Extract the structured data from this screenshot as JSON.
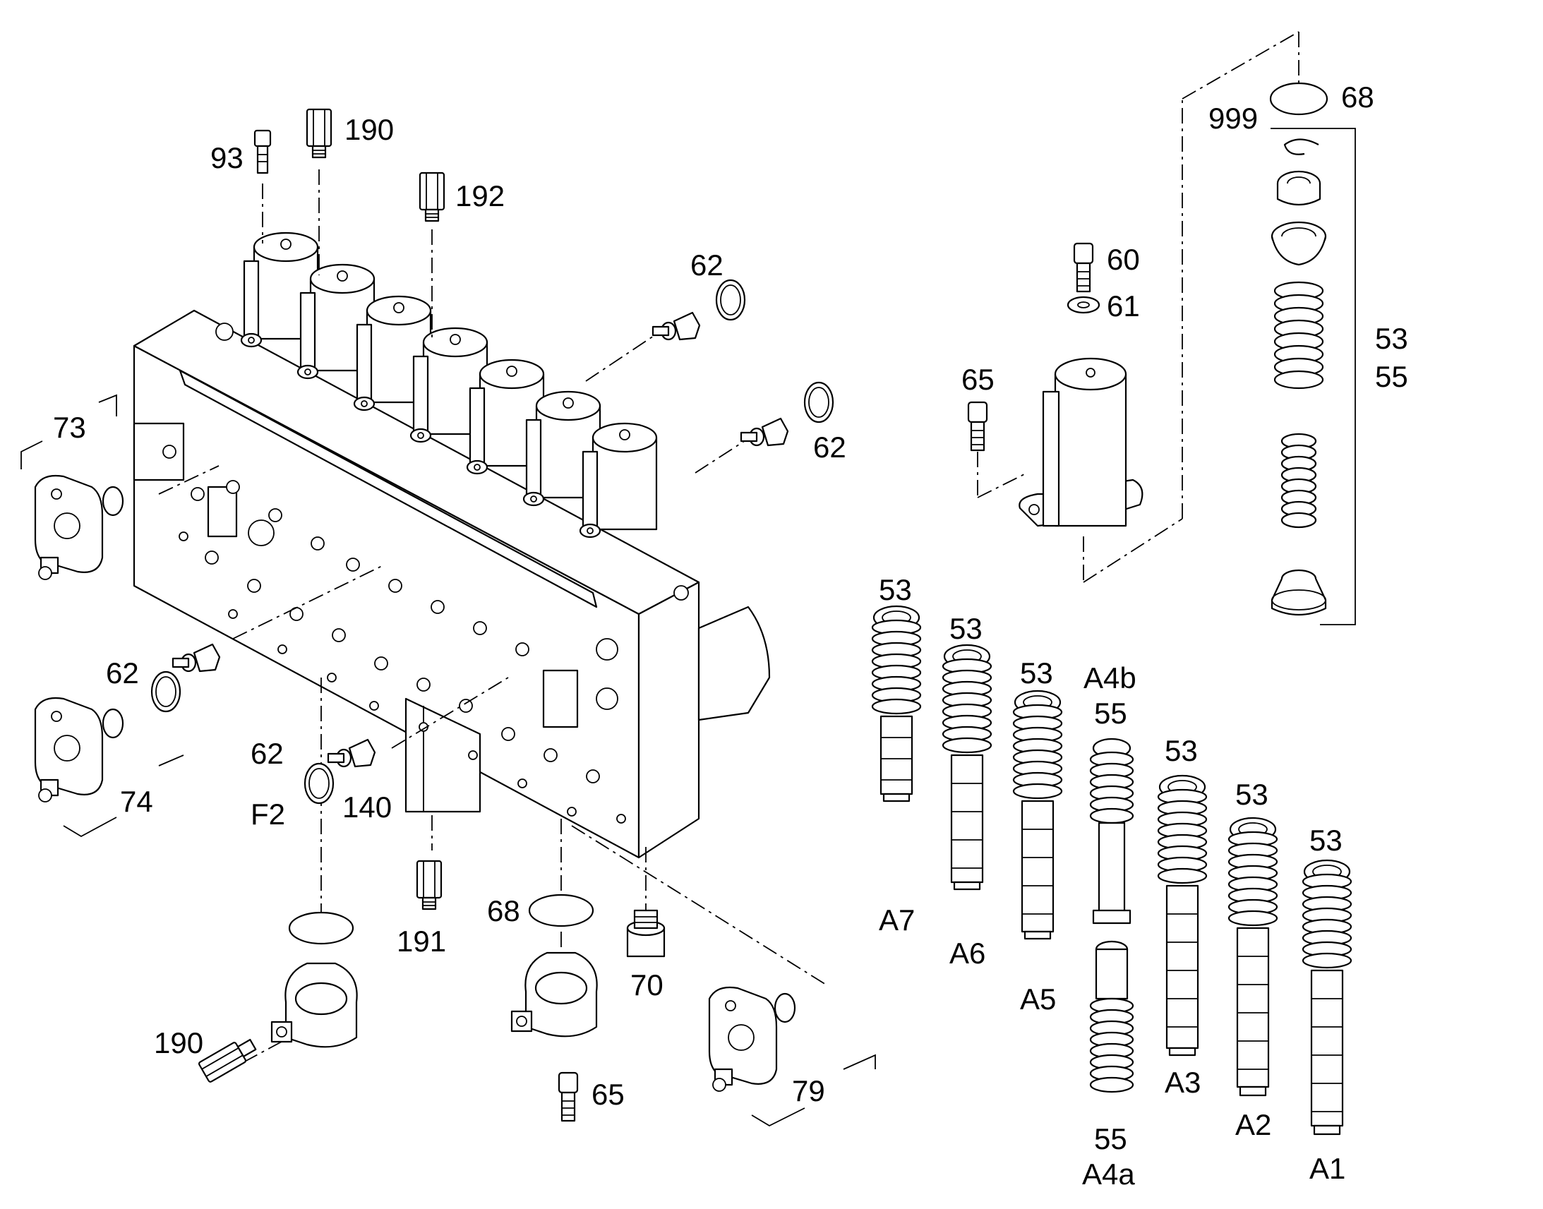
{
  "labels": [
    {
      "id": "93",
      "text": "93"
    },
    {
      "id": "190_top",
      "text": "190"
    },
    {
      "id": "192",
      "text": "192"
    },
    {
      "id": "62_a",
      "text": "62"
    },
    {
      "id": "62_b",
      "text": "62"
    },
    {
      "id": "62_c",
      "text": "62"
    },
    {
      "id": "62_d",
      "text": "62"
    },
    {
      "id": "73",
      "text": "73"
    },
    {
      "id": "74",
      "text": "74"
    },
    {
      "id": "F2",
      "text": "F2"
    },
    {
      "id": "140",
      "text": "140"
    },
    {
      "id": "191",
      "text": "191"
    },
    {
      "id": "190_bottom",
      "text": "190"
    },
    {
      "id": "68_mid",
      "text": "68"
    },
    {
      "id": "70",
      "text": "70"
    },
    {
      "id": "65_bottom",
      "text": "65"
    },
    {
      "id": "79",
      "text": "79"
    },
    {
      "id": "999",
      "text": "999"
    },
    {
      "id": "68_top",
      "text": "68"
    },
    {
      "id": "60",
      "text": "60"
    },
    {
      "id": "61",
      "text": "61"
    },
    {
      "id": "65_top",
      "text": "65"
    },
    {
      "id": "53_stack",
      "text": "53"
    },
    {
      "id": "55_stack",
      "text": "55"
    },
    {
      "id": "53_A7",
      "text": "53"
    },
    {
      "id": "A7",
      "text": "A7"
    },
    {
      "id": "53_A6",
      "text": "53"
    },
    {
      "id": "A6",
      "text": "A6"
    },
    {
      "id": "53_A5",
      "text": "53"
    },
    {
      "id": "A5",
      "text": "A5"
    },
    {
      "id": "A4b",
      "text": "A4b"
    },
    {
      "id": "55_A4b",
      "text": "55"
    },
    {
      "id": "55_A4a",
      "text": "55"
    },
    {
      "id": "A4a",
      "text": "A4a"
    },
    {
      "id": "53_A3",
      "text": "53"
    },
    {
      "id": "A3",
      "text": "A3"
    },
    {
      "id": "53_A2",
      "text": "53"
    },
    {
      "id": "A2",
      "text": "A2"
    },
    {
      "id": "53_A1",
      "text": "53"
    },
    {
      "id": "A1",
      "text": "A1"
    }
  ]
}
